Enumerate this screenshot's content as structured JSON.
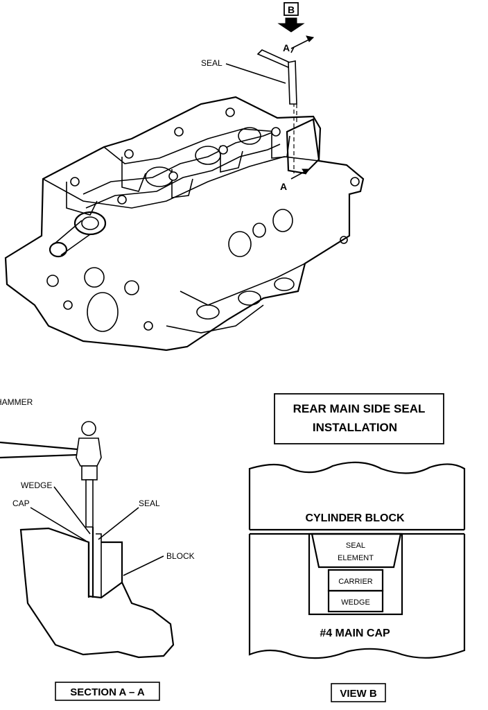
{
  "engine_view": {
    "view_marker": "B",
    "section_marker_top": "A",
    "section_marker_bottom": "A",
    "seal_label": "SEAL"
  },
  "section_aa": {
    "hammer_label": "HAMMER",
    "wedge_label": "WEDGE",
    "cap_label": "CAP",
    "seal_label": "SEAL",
    "block_label": "BLOCK",
    "caption": "SECTION A – A"
  },
  "title_box": {
    "line1": "REAR MAIN SIDE SEAL",
    "line2": "INSTALLATION"
  },
  "view_b": {
    "cylinder_block_label": "CYLINDER BLOCK",
    "seal_element_line1": "SEAL",
    "seal_element_line2": "ELEMENT",
    "carrier_label": "CARRIER",
    "wedge_label": "WEDGE",
    "main_cap_label": "#4 MAIN CAP",
    "caption": "VIEW B"
  }
}
